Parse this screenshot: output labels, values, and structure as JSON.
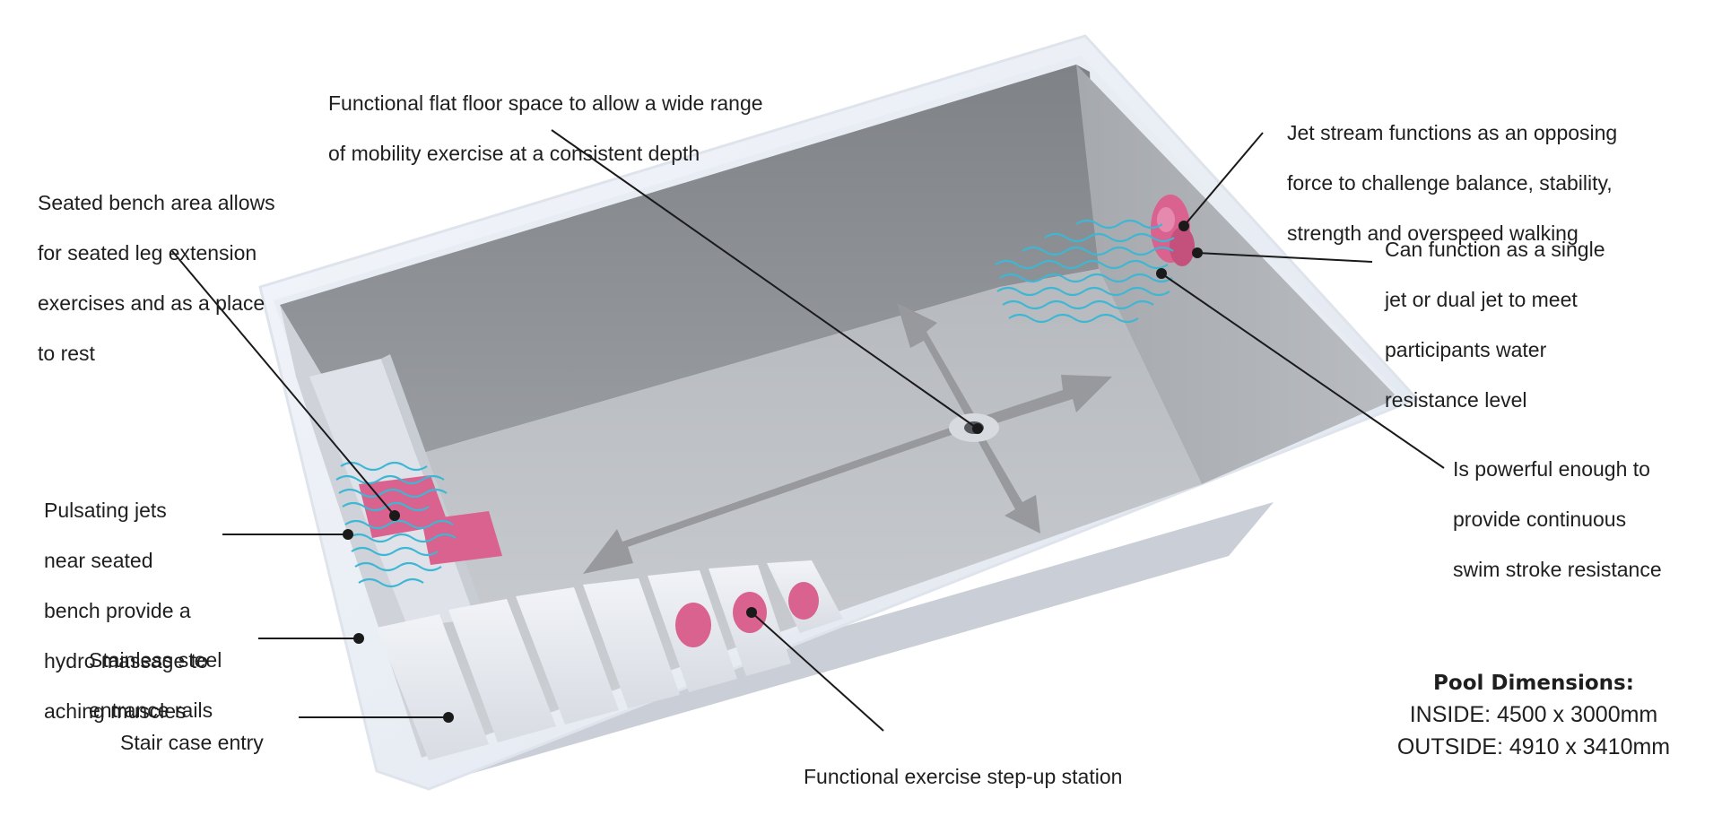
{
  "callouts": {
    "floor": [
      "Functional flat floor space to allow a wide range",
      "of mobility exercise at a consistent depth"
    ],
    "bench": [
      "Seated bench area allows",
      "for seated leg extension",
      "exercises and as a place",
      "to rest"
    ],
    "pulsating": [
      "Pulsating jets",
      "near seated",
      "bench provide a",
      "hydro massage to",
      "aching muscles"
    ],
    "rails": [
      "Stainless steel",
      "entrance rails"
    ],
    "stairs": [
      "Stair case entry"
    ],
    "stepup": [
      "Functional exercise step-up station"
    ],
    "jetstream": [
      "Jet stream functions as an opposing",
      "force to challenge balance, stability,",
      "strength and overspeed walking"
    ],
    "dualjet": [
      "Can function as a single",
      "jet or dual jet to meet",
      "participants water",
      "resistance level"
    ],
    "powerful": [
      "Is powerful enough to",
      "provide continuous",
      "swim stroke resistance"
    ]
  },
  "dimensions": {
    "title": "Pool Dimensions:",
    "inside": "INSIDE: 4500 x 3000mm",
    "outside": "OUTSIDE: 4910 x 3410mm"
  },
  "colors": {
    "pool_shell": "#e9eef6",
    "pool_wall": "#8e9196",
    "pool_floor": "#c3c6cb",
    "arrows": "#97999d",
    "jet_pink": "#d9628f",
    "water_waves": "#3db7d4",
    "leader_line": "#1a1a1a"
  },
  "icons": {
    "direction-arrows": "four-way-arrow-icon",
    "water-waves": "wave-lines-icon"
  }
}
